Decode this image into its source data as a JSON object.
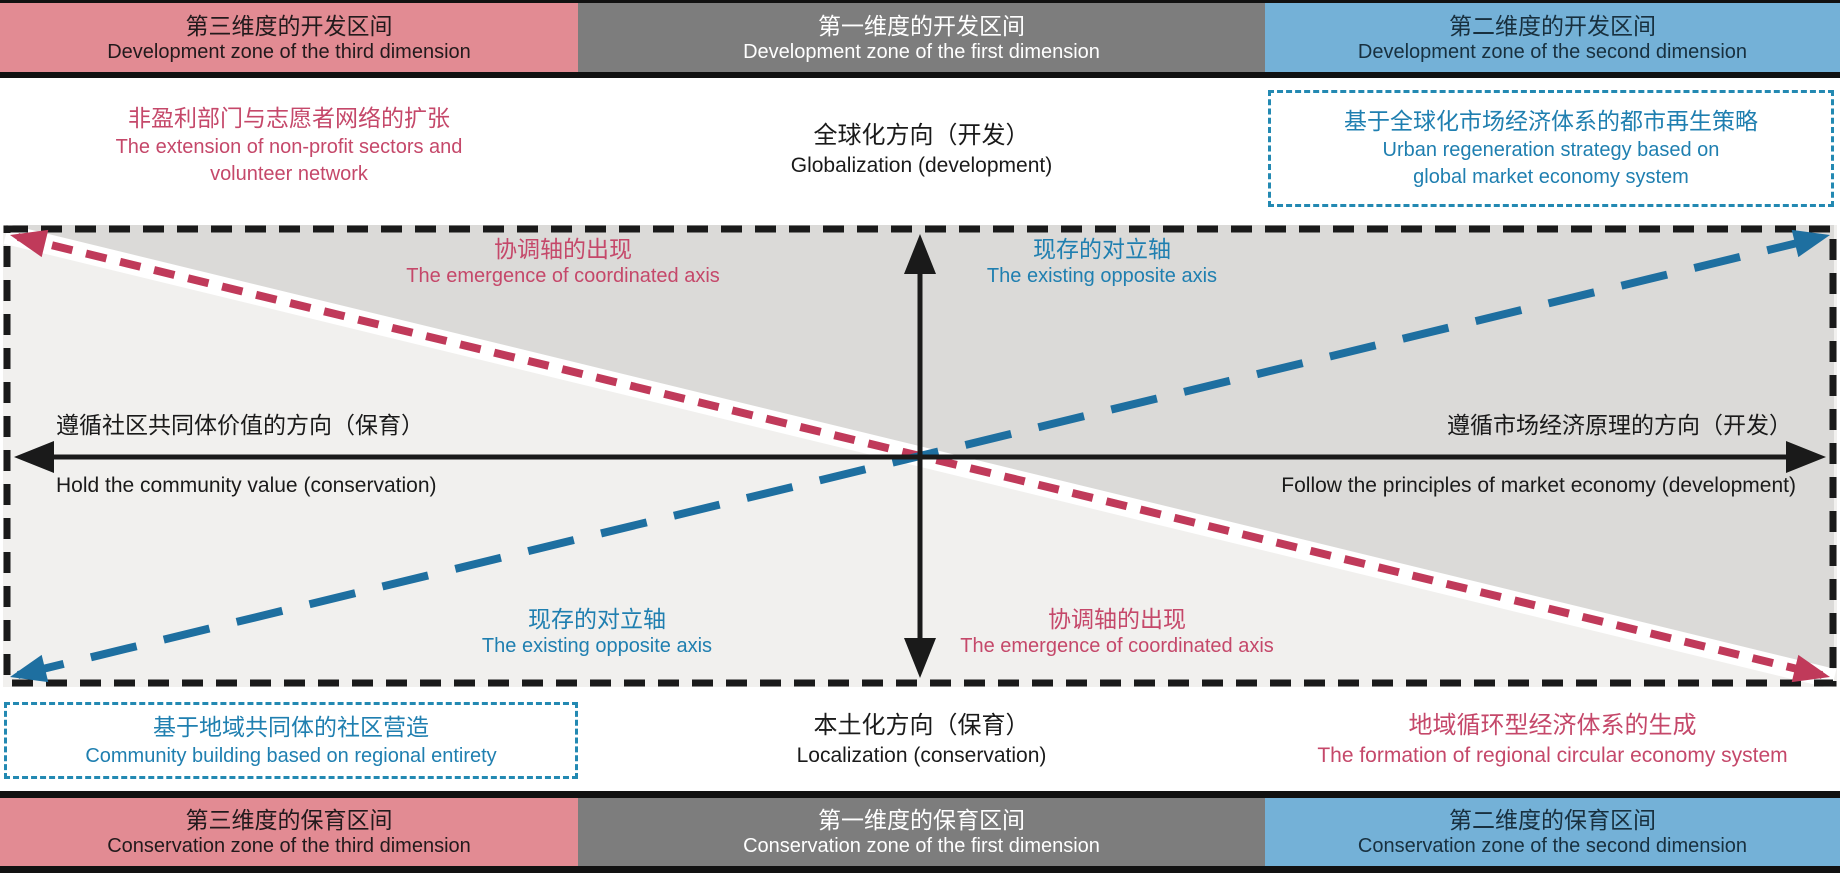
{
  "colors": {
    "pink": "#e28b93",
    "gray_band": "#7d7d7d",
    "blue_band": "#74b1d7",
    "pink_band_text": "#221a1c",
    "gray_band_text": "#ffffff",
    "blue_band_text": "#18303f",
    "red_text": "#c5486a",
    "red_line": "#c03a5a",
    "blue_text": "#1f7fb0",
    "blue_line": "#1e6fa0",
    "blue_border": "#2389b2",
    "bg_dark": "#dbdad8",
    "bg_light": "#f1f0ee",
    "ink": "#1a1a1a"
  },
  "top_bands": [
    {
      "zh": "第三维度的开发区间",
      "en": "Development zone of the third dimension"
    },
    {
      "zh": "第一维度的开发区间",
      "en": "Development zone of the first dimension"
    },
    {
      "zh": "第二维度的开发区间",
      "en": "Development zone of the second dimension"
    }
  ],
  "upper_row": {
    "left": {
      "zh": "非盈利部门与志愿者网络的扩张",
      "en1": "The extension of non-profit sectors and",
      "en2": "volunteer network"
    },
    "center": {
      "zh": "全球化方向（开发）",
      "en": "Globalization (development)"
    },
    "right": {
      "zh": "基于全球化市场经济体系的都市再生策略",
      "en1": "Urban regeneration strategy based on",
      "en2": "global market economy system"
    }
  },
  "diagram": {
    "quadrants": {
      "top_left": {
        "zh": "协调轴的出现",
        "en": "The emergence of coordinated axis"
      },
      "top_right": {
        "zh": "现存的对立轴",
        "en": "The existing opposite axis"
      },
      "bottom_left": {
        "zh": "现存的对立轴",
        "en": "The existing opposite axis"
      },
      "bottom_right": {
        "zh": "协调轴的出现",
        "en": "The emergence of coordinated axis"
      }
    },
    "h_axis": {
      "left": {
        "zh": "遵循社区共同体价值的方向（保育）",
        "en": "Hold the community value (conservation)"
      },
      "right": {
        "zh": "遵循市场经济原理的方向（开发）",
        "en": "Follow the principles of market economy (development)"
      }
    }
  },
  "lower_row": {
    "left": {
      "zh": "基于地域共同体的社区营造",
      "en": "Community building based on regional entirety"
    },
    "center": {
      "zh": "本土化方向（保育）",
      "en": "Localization (conservation)"
    },
    "right": {
      "zh": "地域循环型经济体系的生成",
      "en": "The formation of regional circular economy system"
    }
  },
  "bottom_bands": [
    {
      "zh": "第三维度的保育区间",
      "en": "Conservation zone of the third dimension"
    },
    {
      "zh": "第一维度的保育区间",
      "en": "Conservation zone of the first dimension"
    },
    {
      "zh": "第二维度的保育区间",
      "en": "Conservation zone of the second dimension"
    }
  ]
}
